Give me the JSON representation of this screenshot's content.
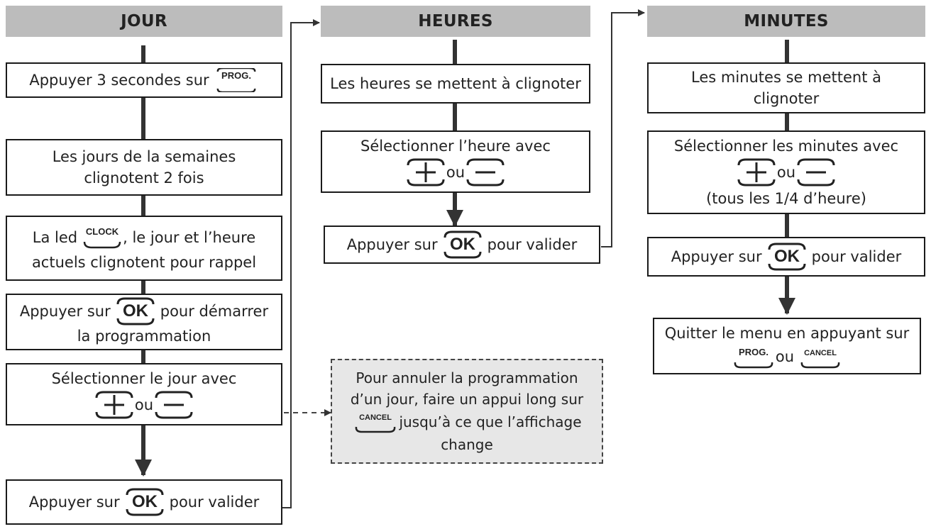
{
  "headers": {
    "jour": "JOUR",
    "heures": "HEURES",
    "minutes": "MINUTES"
  },
  "icons": {
    "prog": "PROG.",
    "clock": "CLOCK",
    "ok": "OK",
    "cancel": "CANCEL"
  },
  "jour": {
    "step1": {
      "text": "Appuyer 3 secondes sur"
    },
    "step2": {
      "line1": "Les jours de la semaines",
      "line2": "clignotent 2 fois"
    },
    "step3": {
      "pre": "La led",
      "post": ", le jour et l’heure",
      "line2": "actuels clignotent pour rappel"
    },
    "step4": {
      "pre": "Appuyer sur",
      "post": "pour démarrer",
      "line2": "la programmation"
    },
    "step5": {
      "line1": "Sélectionner le jour avec",
      "or": "ou"
    },
    "step6": {
      "pre": "Appuyer sur",
      "post": "pour valider"
    }
  },
  "note": {
    "line1": "Pour annuler la programmation",
    "line2": "d’un jour, faire un appui long sur",
    "line3": "jusqu’à ce que l’affichage",
    "line4": "change"
  },
  "heures": {
    "step1": {
      "text": "Les heures se mettent à clignoter"
    },
    "step2": {
      "line1": "Sélectionner l’heure avec",
      "or": "ou"
    },
    "step3": {
      "pre": "Appuyer sur",
      "post": "pour valider"
    }
  },
  "minutes": {
    "step1": {
      "line1": "Les minutes se mettent à",
      "line2": "clignoter"
    },
    "step2": {
      "line1": "Sélectionner les minutes avec",
      "or": "ou",
      "line3": "(tous les 1/4 d’heure)"
    },
    "step3": {
      "pre": "Appuyer sur",
      "post": "pour valider"
    },
    "step4": {
      "line1": "Quitter le menu en appuyant sur",
      "or": "ou"
    }
  },
  "colors": {
    "header_bg": "#bcbcbc",
    "note_bg": "#e7e7e7",
    "line": "#333333"
  }
}
